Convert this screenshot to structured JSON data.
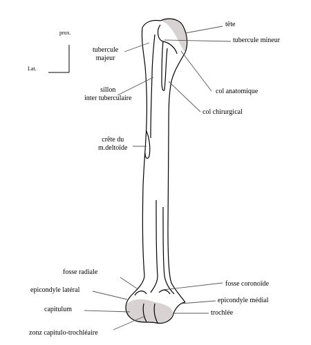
{
  "orientation": {
    "proximal": "prox.",
    "lateral": "Lat."
  },
  "labels": {
    "tete": "tête",
    "tubercule_mineur": "tubercule mineur",
    "tubercule_majeur": [
      "tubercule",
      "majeur"
    ],
    "col_anatomique": "col anatomique",
    "sillon": [
      "sillon",
      "inter tuberculaire"
    ],
    "col_chirurgical": "col chirurgical",
    "crete": [
      "crête du",
      "m.deltoïde"
    ],
    "fosse_radiale": "fosse radiale",
    "fosse_coronoide": "fosse coronoïde",
    "epicondyle_lateral": "epicondyle latéral",
    "epicondyle_medial": "epicondyle médial",
    "capitulum": "capitulum",
    "trochlee": "trochlée",
    "zone_capitulo": "zonz capitulo-trochléaire"
  },
  "colors": {
    "outline": "#000000",
    "leader": "#555555",
    "articular": "#d9d2d2"
  }
}
